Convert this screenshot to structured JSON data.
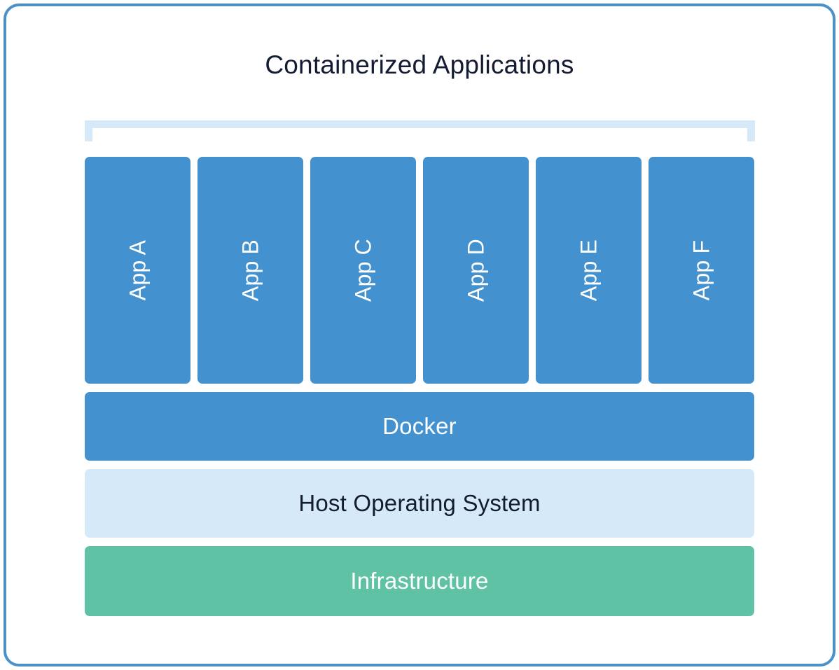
{
  "diagram": {
    "title": "Containerized Applications",
    "frame_border_color": "#4a90c9",
    "background_color": "#ffffff"
  },
  "bracket": {
    "name": "containerized-apps-bracket",
    "color": "#d6e9f9"
  },
  "apps": {
    "block_color": "#4391ce",
    "label_color": "#ffffff",
    "items": [
      {
        "label": "App A"
      },
      {
        "label": "App B"
      },
      {
        "label": "App C"
      },
      {
        "label": "App D"
      },
      {
        "label": "App E"
      },
      {
        "label": "App F"
      }
    ]
  },
  "layers": [
    {
      "label": "Docker",
      "fill": "#4391ce",
      "text_color": "#ffffff"
    },
    {
      "label": "Host Operating System",
      "fill": "#d6e9f9",
      "text_color": "#141c33"
    },
    {
      "label": "Infrastructure",
      "fill": "#5fc2a4",
      "text_color": "#ffffff"
    }
  ]
}
